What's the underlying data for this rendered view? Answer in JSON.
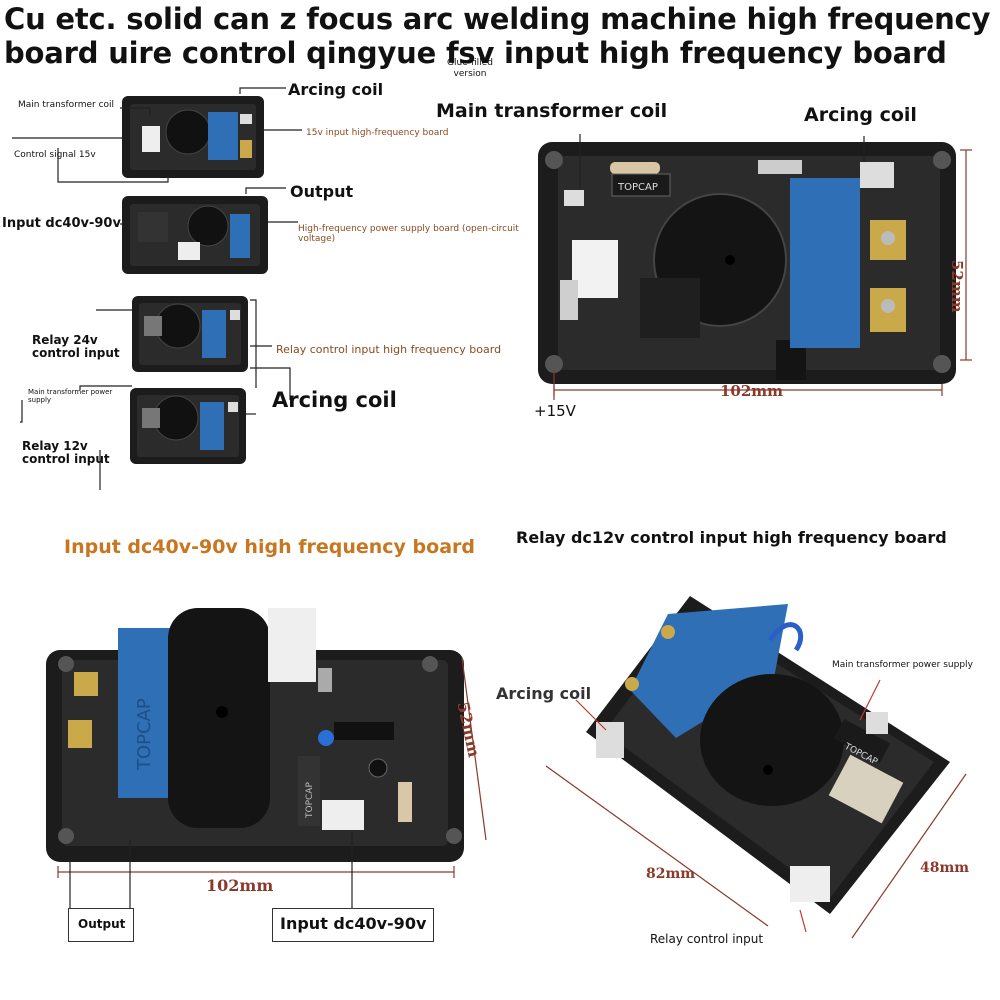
{
  "title": "Cu etc. solid can z focus arc welding machine high frequency board uire control qingyue fsv input high frequency board",
  "top_left": {
    "glue_note": "Glue-filled version",
    "main_transformer_coil": "Main transformer coil",
    "control_signal": "Control signal 15v",
    "arcing_coil_1": "Arcing coil",
    "board_15v": "15v input high-frequency board",
    "output": "Output",
    "input_dc": "Input dc40v-90v",
    "hf_power_board": "High-frequency power supply board (open-circuit voltage)",
    "relay_24v": "Relay 24v control input",
    "relay_board": "Relay control input high frequency board",
    "main_transformer_power": "Main transformer power supply",
    "arcing_coil_2": "Arcing coil",
    "relay_12v": "Relay 12v control input"
  },
  "top_right": {
    "main_transformer_coil": "Main transformer coil",
    "arcing_coil": "Arcing coil",
    "dim_height": "52mm",
    "dim_width": "102mm",
    "plus15v": "+15V",
    "cap_text": "TOPCAP"
  },
  "bottom_left": {
    "heading": "Input dc40v-90v high frequency board",
    "dim_height": "52mm",
    "dim_width": "102mm",
    "output_label": "Output",
    "input_label": "Input dc40v-90v",
    "cap_text": "TOPCAP"
  },
  "bottom_right": {
    "heading": "Relay dc12v control input high frequency board",
    "arcing_coil": "Arcing coil",
    "main_transformer_power": "Main transformer power supply",
    "dim_width": "82mm",
    "dim_height": "48mm",
    "relay_control_input": "Relay control input",
    "cap_text": "TOPCAP"
  },
  "colors": {
    "case": "#1c1c1c",
    "pcb": "#2a2a2a",
    "blue_cap": "#2f6fb5",
    "orange_text": "#c8761f",
    "dim_text": "#8a3a2a"
  }
}
